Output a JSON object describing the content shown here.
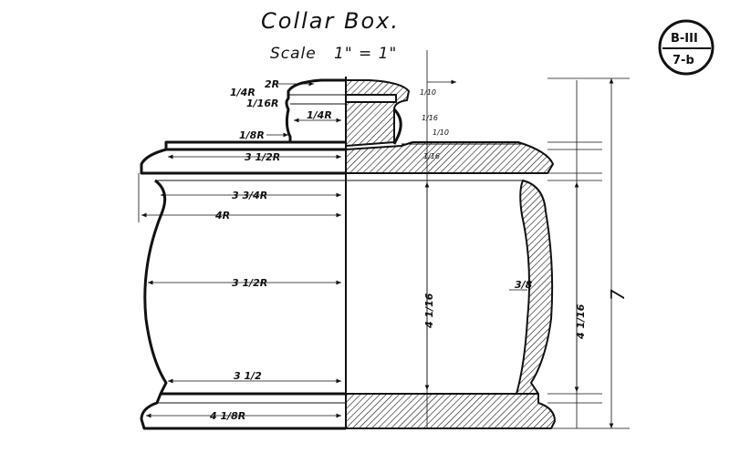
{
  "title": "Collar Box.",
  "scale": "Scale",
  "scale_value": "1\" = 1\"",
  "code_top": "B-III",
  "code_bottom": "7-b",
  "dims_left": {
    "lid_top_r": "2R",
    "lid_side_a": "1/4R",
    "lid_side_b": "1/16R",
    "lid_neck": "1/4R",
    "lid_base_r": "1/8R",
    "rim_r": "3 1/2R",
    "upper_r": "3 3/4R",
    "widest_r": "4R",
    "mid_r": "3 1/2R",
    "lower_r": "3 1/2",
    "base_r": "4 1/8R"
  },
  "dims_right": {
    "wall": "3/8",
    "overall_height": "7",
    "body_inner": "4 1/16",
    "body_outer": "4 1/16",
    "lid_height": "1/16",
    "small_a": "1/10",
    "small_b": "1/16",
    "small_c": "1/10"
  }
}
